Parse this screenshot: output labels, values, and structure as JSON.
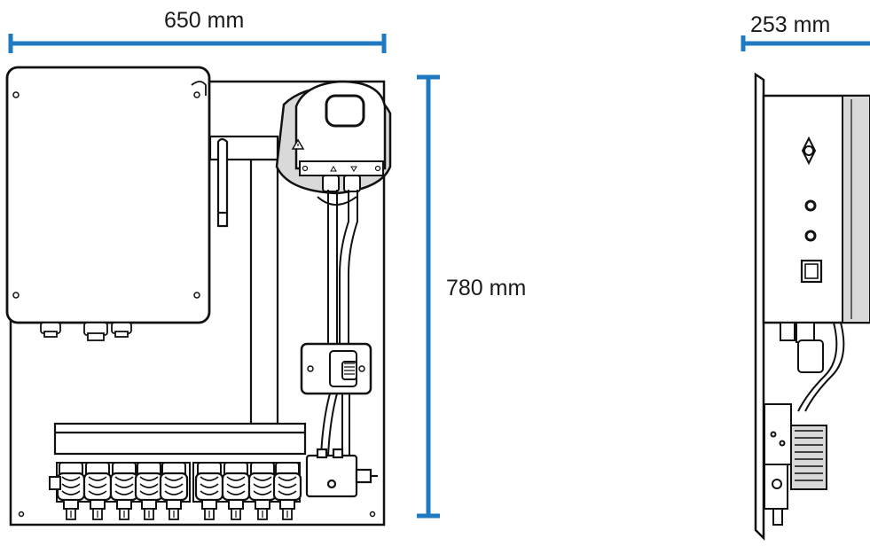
{
  "dimensions": {
    "width": "650 mm",
    "height": "780 mm",
    "depth": "253 mm"
  },
  "colors": {
    "dimension_line": "#1f7ac2",
    "outline": "#111111",
    "component_fill": "#ffffff",
    "shade": "#d9d9d9"
  },
  "icons": {
    "warning": "warning-triangle-icon",
    "arrow_up": "up-arrow-icon",
    "arrow_down": "down-arrow-icon"
  }
}
